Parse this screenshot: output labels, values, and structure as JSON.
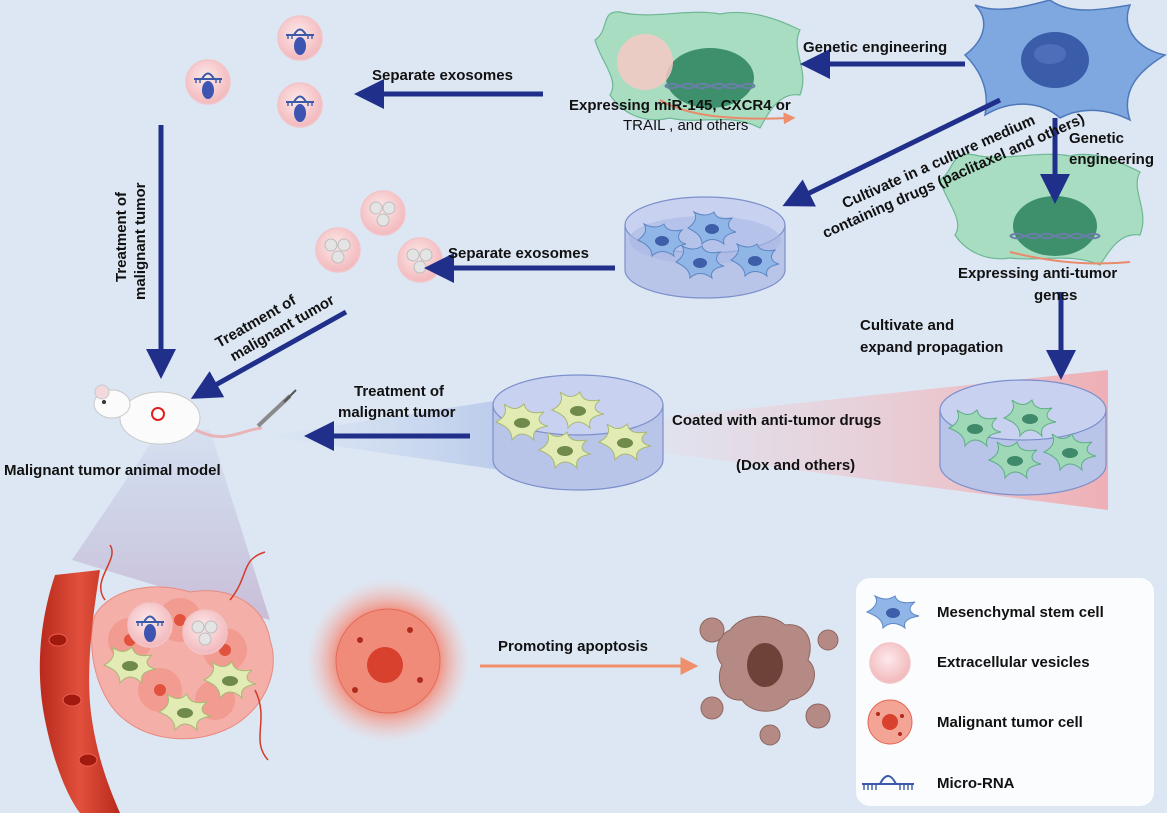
{
  "labels": {
    "genetic_engineering_top": "Genetic engineering",
    "separate_exosomes_top": "Separate exosomes",
    "expressing_line1": "Expressing miR-145, CXCR4 or",
    "expressing_line2": "TRAIL , and others",
    "genetic_engineering_right_1": "Genetic",
    "genetic_engineering_right_2": "engineering",
    "cultivate_medium_1": "Cultivate in a culture medium",
    "cultivate_medium_2": "containing drugs (paclitaxel and others)",
    "separate_exosomes_mid": "Separate exosomes",
    "expressing_antitumor_1": "Expressing anti-tumor",
    "expressing_antitumor_2": "genes",
    "cultivate_expand_1": "Cultivate and",
    "cultivate_expand_2": "expand propagation",
    "treatment_left_1": "Treatment of",
    "treatment_left_2": "malignant tumor",
    "treatment_diag_1": "Treatment of",
    "treatment_diag_2": "malignant tumor",
    "treatment_bottom_1": "Treatment of",
    "treatment_bottom_2": "malignant tumor",
    "coated_drugs": "Coated with anti-tumor drugs",
    "dox_others": "(Dox and others)",
    "animal_model": "Malignant tumor animal model",
    "promoting_apoptosis": "Promoting apoptosis"
  },
  "legend": [
    {
      "icon": "mesenchymal-stem-cell-icon",
      "label": "Mesenchymal stem cell"
    },
    {
      "icon": "extracellular-vesicle-icon",
      "label": "Extracellular vesicles"
    },
    {
      "icon": "malignant-tumor-cell-icon",
      "label": "Malignant tumor cell"
    },
    {
      "icon": "micro-rna-icon",
      "label": "Micro-RNA"
    }
  ],
  "colors": {
    "background": "#dde7f4",
    "arrow": "#1f2f8a",
    "msc_blue": "#7ea6d8",
    "engineered_cell_green": "#a9dcc0",
    "drug_coated_cell_yellow": "#dfe8b0",
    "vesicle_pink": "#f7d2d4",
    "tumor_red": "#e86a5a",
    "vessel_red": "#d93a2a"
  }
}
